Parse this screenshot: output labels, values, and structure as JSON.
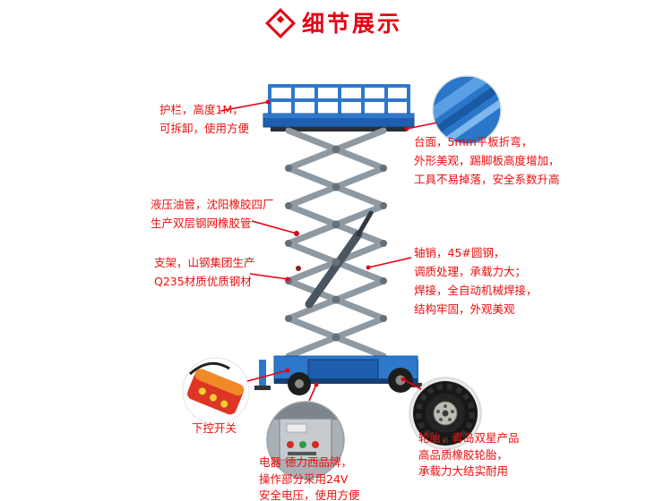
{
  "page": {
    "title": "细节展示"
  },
  "colors": {
    "accent_red": "#e60012",
    "text_red": "#ef0c0c",
    "machine_blue": "#2e78cc",
    "machine_dark_blue": "#1d5fae",
    "scissor_gray": "#8e99a2",
    "tire_black": "#181818"
  },
  "icons": {
    "title_icon": "diamond-icon",
    "detail_circles": [
      "platform-closeup",
      "remote-closeup",
      "electric-box-closeup",
      "tire-closeup"
    ]
  },
  "callouts": {
    "guardrail": {
      "lines": [
        "护栏，高度1M，",
        "可拆卸，使用方便"
      ]
    },
    "platform": {
      "lines": [
        "台面，5mm平板折弯，",
        "外形美观，踢脚板高度增加，",
        "工具不易掉落，安全系数升高"
      ]
    },
    "hydraulic_pipe": {
      "lines": [
        "液压油管，沈阳橡胶四厂",
        "生产双层钢网橡胶管"
      ]
    },
    "support_frame": {
      "lines": [
        "支架，山钢集团生产",
        "Q235材质优质钢材"
      ]
    },
    "axle_pin_weld": {
      "lines": [
        "轴销，45#圆钢，",
        "调质处理，承载力大；",
        "焊接，全自动机械焊接，",
        "结构牢固，外观美观"
      ]
    },
    "remote_switch": {
      "lines": [
        "下控开关"
      ]
    },
    "electrics": {
      "lines": [
        "电器 德力西品牌，",
        "操作部分采用24V",
        "安全电压，使用方便"
      ]
    },
    "tire": {
      "lines": [
        "轮胎，青岛双星产品",
        "高品质橡胶轮胎，",
        "承载力大结实耐用"
      ]
    }
  }
}
